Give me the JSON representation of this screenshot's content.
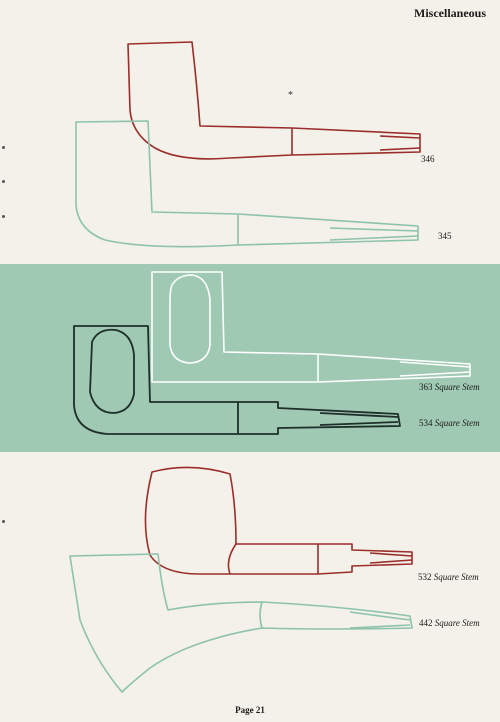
{
  "header": {
    "section_title": "Miscellaneous"
  },
  "pipes": [
    {
      "number": "346",
      "suffix": "",
      "color": "#9b2e2b"
    },
    {
      "number": "345",
      "suffix": "",
      "color": "#8ec3ab"
    },
    {
      "number": "363",
      "suffix": "Square Stem",
      "color": "#ffffff"
    },
    {
      "number": "534",
      "suffix": "Square Stem",
      "color": "#1f2f2a"
    },
    {
      "number": "532",
      "suffix": "Square Stem",
      "color": "#9b2e2b"
    },
    {
      "number": "442",
      "suffix": "Square Stem",
      "color": "#8ec3ab"
    }
  ],
  "band": {
    "color": "#9fc9b3"
  },
  "footer": {
    "page_label": "Page 21"
  }
}
